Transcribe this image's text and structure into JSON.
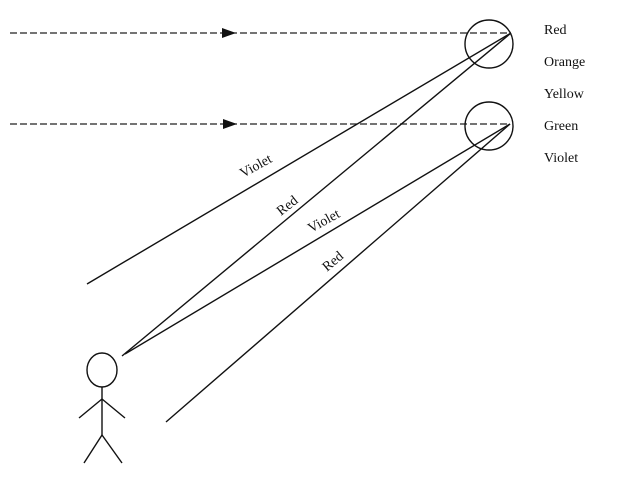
{
  "color_labels": [
    "Red",
    "Orange",
    "Yellow",
    "Green",
    "Violet"
  ],
  "ray_labels": {
    "upper_drop_violet": "Violet",
    "upper_drop_red": "Red",
    "lower_drop_violet": "Violet",
    "lower_drop_red": "Red"
  },
  "colors": {
    "ink": "#111111",
    "background": "#ffffff"
  }
}
